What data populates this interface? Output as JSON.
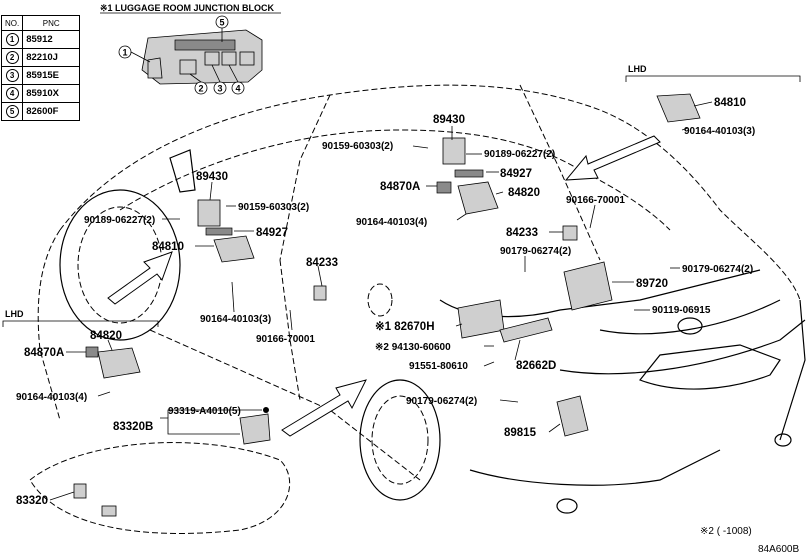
{
  "title": "※1 LUGGAGE ROOM JUNCTION BLOCK",
  "table": {
    "headers": [
      "NO.",
      "PNC"
    ],
    "rows": [
      {
        "no": "1",
        "pnc": "85912"
      },
      {
        "no": "2",
        "pnc": "82210J"
      },
      {
        "no": "3",
        "pnc": "85915E"
      },
      {
        "no": "4",
        "pnc": "85910X"
      },
      {
        "no": "5",
        "pnc": "82600F"
      }
    ]
  },
  "junction_callouts": [
    "1",
    "2",
    "3",
    "4",
    "5"
  ],
  "lhd_label": "LHD",
  "parts": {
    "p84810_rear": "84810",
    "p90164_rear": "90164-40103(3)",
    "p89430_top": "89430",
    "p90159_top": "90159-60303(2)",
    "p90189_top": "90189-06227(2)",
    "p84927_top": "84927",
    "p84870a_top": "84870A",
    "p84820_top": "84820",
    "p90164_mid": "90164-40103(4)",
    "p90166_right": "90166-70001",
    "p84233_right": "84233",
    "p90179_a": "90179-06274(2)",
    "p90179_b": "90179-06274(2)",
    "p89720": "89720",
    "p90119": "90119-06915",
    "p89430_left": "89430",
    "p90159_left": "90159-60303(2)",
    "p90189_left": "90189-06227(2)",
    "p84927_left": "84927",
    "p84810_left": "84810",
    "p84233_left": "84233",
    "p90164_left": "90164-40103(3)",
    "p90166_left": "90166-70001",
    "p82670h": "※1 82670H",
    "p94130": "※2 94130-60600",
    "p91551": "91551-80610",
    "p82662d": "82662D",
    "p90179_c": "90179-06274(2)",
    "p89815": "89815",
    "p84820_lhd": "84820",
    "p84870a_lhd": "84870A",
    "p90164_lhd": "90164-40103(4)",
    "p83320b": "83320B",
    "p93319": "93319-A4010(5)",
    "p83320": "83320"
  },
  "footnote": "※2 (      -1008)",
  "ref_code": "84A600B"
}
